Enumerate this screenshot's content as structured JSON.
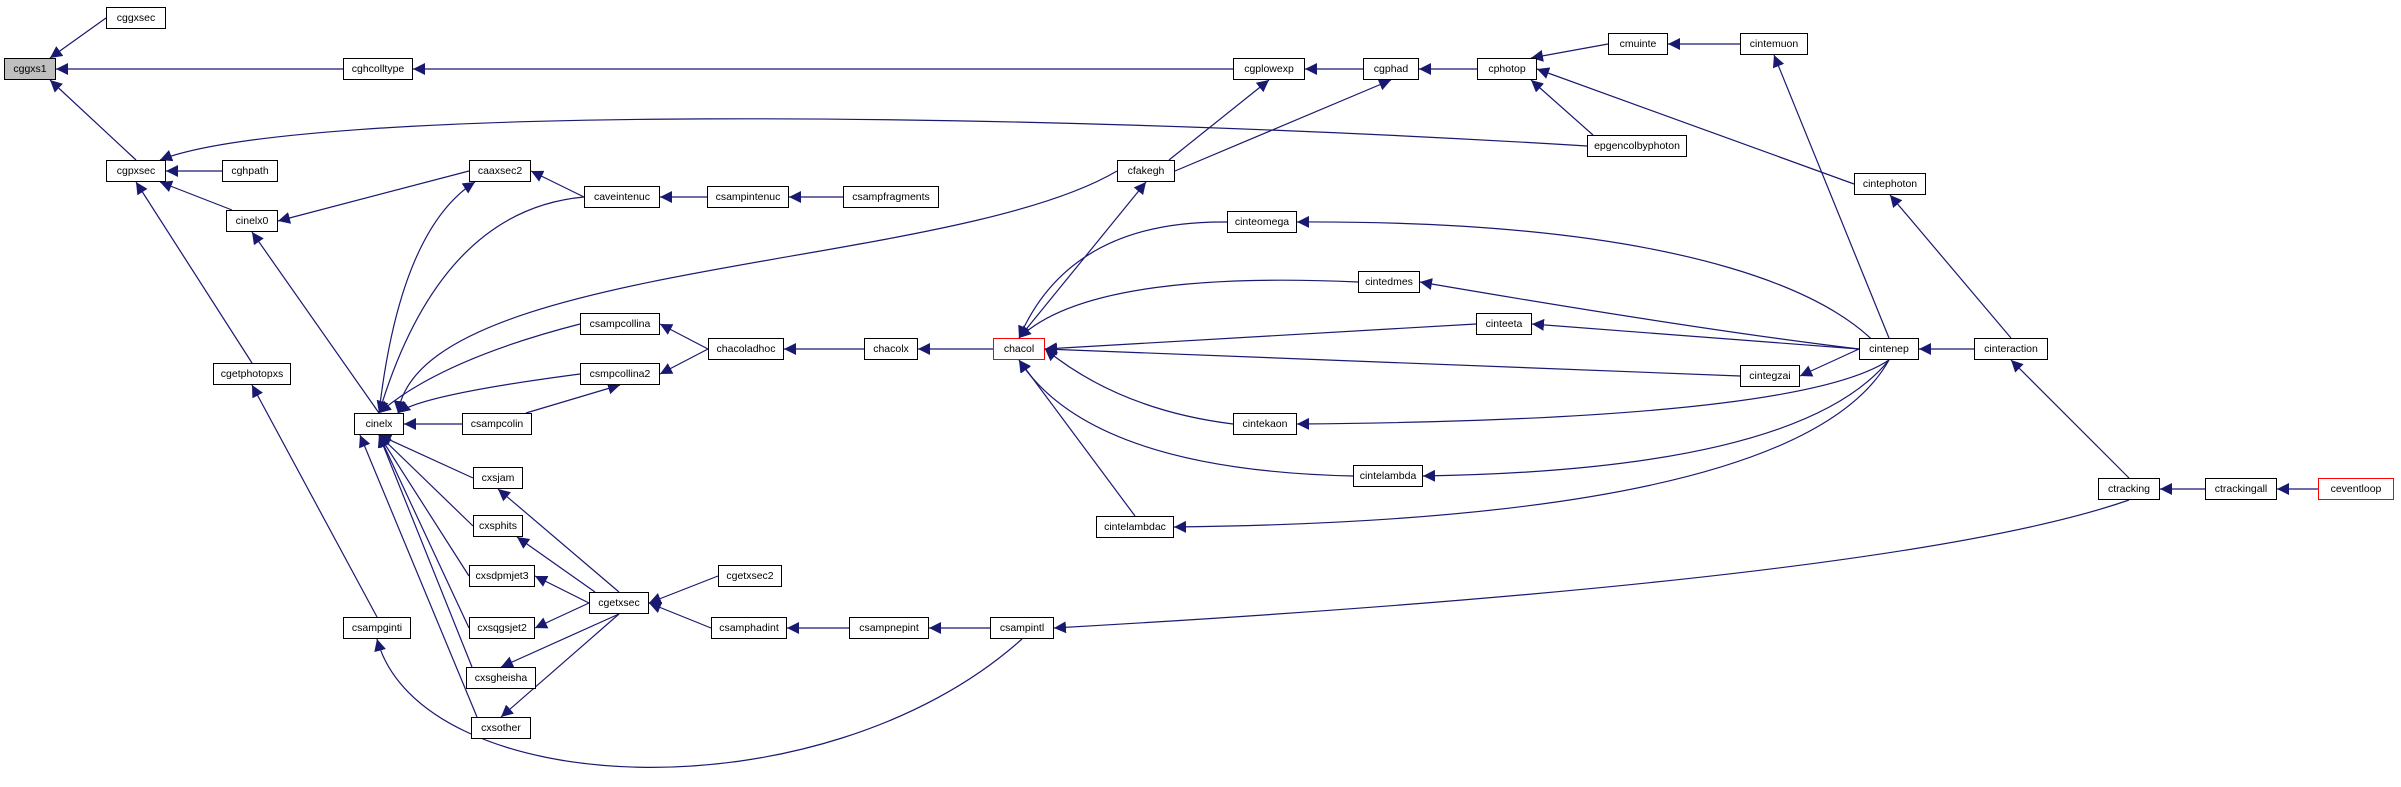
{
  "nodes": {
    "cggxs1": "cggxs1",
    "cgxsec": "cggxsec",
    "cghcolltype": "cghcolltype",
    "cgplowexp": "cgplowexp",
    "cgphad": "cgphad",
    "cphotop": "cphotop",
    "cmuinte": "cmuinte",
    "cintemuon": "cintemuon",
    "cgpxsec": "cgpxsec",
    "cghpath": "cghpath",
    "cinelx0": "cinelx0",
    "caaxsec2": "caaxsec2",
    "caveintenuc": "caveintenuc",
    "csampintenuc": "csampintenuc",
    "csampfragments": "csampfragments",
    "cfakegh": "cfakegh",
    "epgencolbyphoton": "epgencolbyphoton",
    "cintephoton": "cintephoton",
    "cinteomega": "cinteomega",
    "cintedmes": "cintedmes",
    "cinteeta": "cinteeta",
    "cintegzai": "cintegzai",
    "cintenep": "cintenep",
    "cinteraction": "cinteraction",
    "csampcollina": "csampcollina",
    "chacoladhoc": "chacoladhoc",
    "chacolx": "chacolx",
    "chacol": "chacol",
    "csmpcollina2": "csmpcollina2",
    "cgetphotopxs": "cgetphotopxs",
    "cinelx": "cinelx",
    "csampcolin": "csampcolin",
    "cintekaon": "cintekaon",
    "cintelambda": "cintelambda",
    "cintelambdac": "cintelambdac",
    "cxsjam": "cxsjam",
    "cxsphits": "cxsphits",
    "cxsdpmjet3": "cxsdpmjet3",
    "cgetxsec": "cgetxsec",
    "cgetxsec2": "cgetxsec2",
    "cxsqgsjet2": "cxsqgsjet2",
    "cxsgheisha": "cxsgheisha",
    "cxsother": "cxsother",
    "csampginti": "csampginti",
    "csamphadint": "csamphadint",
    "csampnepint": "csampnepint",
    "csampintl": "csampintl",
    "ctracking": "ctracking",
    "ctrackingall": "ctrackingall",
    "ceventloop": "ceventloop"
  },
  "colors": {
    "edge": "#191970",
    "node_border": "#000000",
    "root_fill": "#bfbfbf",
    "highlight_border": "#ff0000"
  }
}
